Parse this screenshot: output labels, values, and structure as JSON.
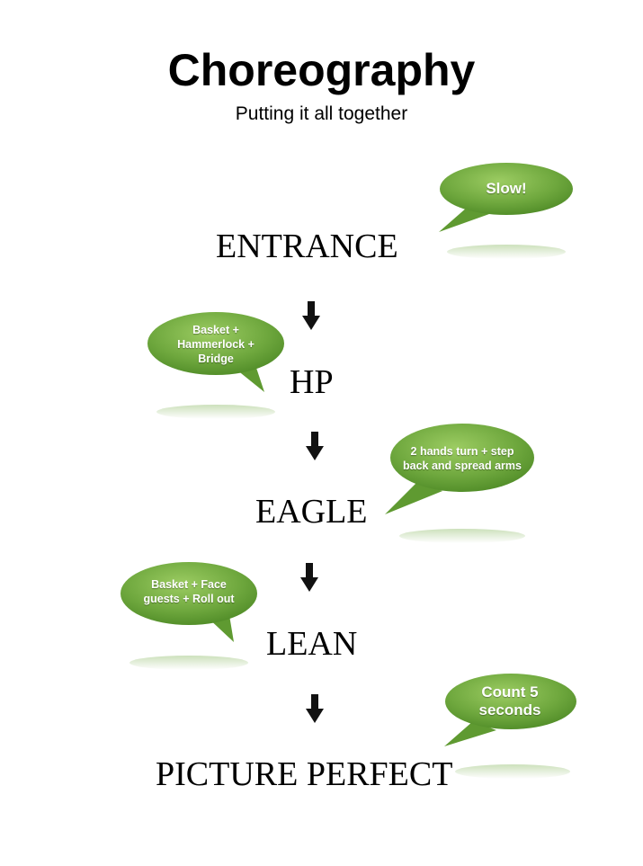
{
  "header": {
    "title": "Choreography",
    "subtitle": "Putting it all together"
  },
  "colors": {
    "bubble_fill": "#6fa83e",
    "bubble_light": "#9ccc62",
    "bubble_dark": "#4e8a26",
    "arrow": "#111111",
    "text": "#000000"
  },
  "steps": [
    {
      "label": "ENTRANCE"
    },
    {
      "label": "HP"
    },
    {
      "label": "EAGLE"
    },
    {
      "label": "LEAN"
    },
    {
      "label": "PICTURE PERFECT"
    }
  ],
  "arrow_icon": "down-arrow-icon",
  "bubbles": [
    {
      "text": "Slow!"
    },
    {
      "text": "Basket + Hammerlock + Bridge"
    },
    {
      "text": "2 hands turn + step back and spread arms"
    },
    {
      "text": "Basket + Face guests + Roll out"
    },
    {
      "text": "Count 5 seconds"
    }
  ]
}
